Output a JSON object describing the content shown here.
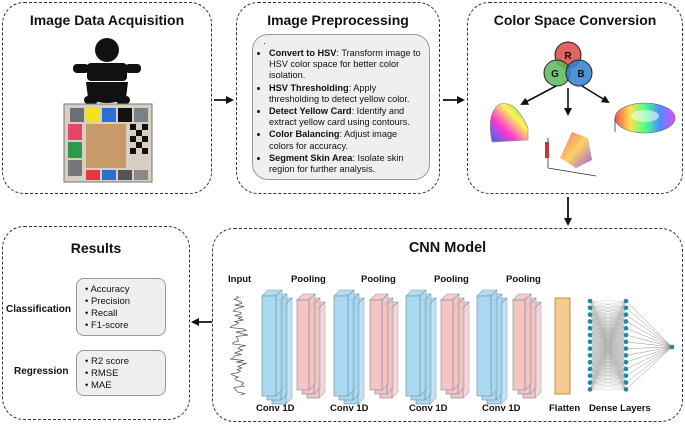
{
  "acquisition": {
    "title": "Image Data Acquisition"
  },
  "preprocessing": {
    "title": "Image Preprocessing",
    "steps": [
      {
        "name": "Convert to HSV",
        "desc": ": Transform image to HSV color space for better color isolation."
      },
      {
        "name": "HSV Thresholding",
        "desc": ": Apply thresholding to detect yellow color."
      },
      {
        "name": "Detect Yellow Card",
        "desc": ": Identify and extract yellow card using contours."
      },
      {
        "name": "Color Balancing",
        "desc": ": Adjust image colors for accuracy."
      },
      {
        "name": "Segment Skin Area",
        "desc": ": Isolate skin region for further analysis."
      }
    ]
  },
  "color_space": {
    "title": "Color Space Conversion",
    "venn": {
      "r": "R",
      "g": "G",
      "b": "B"
    }
  },
  "cnn": {
    "title": "CNN Model",
    "input_label": "Input",
    "pooling_label": "Pooling",
    "conv_label": "Conv 1D",
    "flatten_label": "Flatten",
    "dense_label": "Dense Layers"
  },
  "results": {
    "title": "Results",
    "classification": {
      "label": "Classification",
      "metrics": [
        "Accuracy",
        "Precision",
        "Recall",
        "F1-score"
      ]
    },
    "regression": {
      "label": "Regression",
      "metrics": [
        "R2 score",
        "RMSE",
        "MAE"
      ]
    }
  },
  "colors": {
    "conv_fill": "#a9d8f0",
    "pool_fill": "#f7c4c4",
    "flatten_fill": "#f8c98e",
    "dense_node": "#1c8aa5",
    "venn_r": "#d9534f",
    "venn_g": "#5cb85c",
    "venn_b": "#2f7fd0",
    "yellow_card": "#f5e21c"
  }
}
